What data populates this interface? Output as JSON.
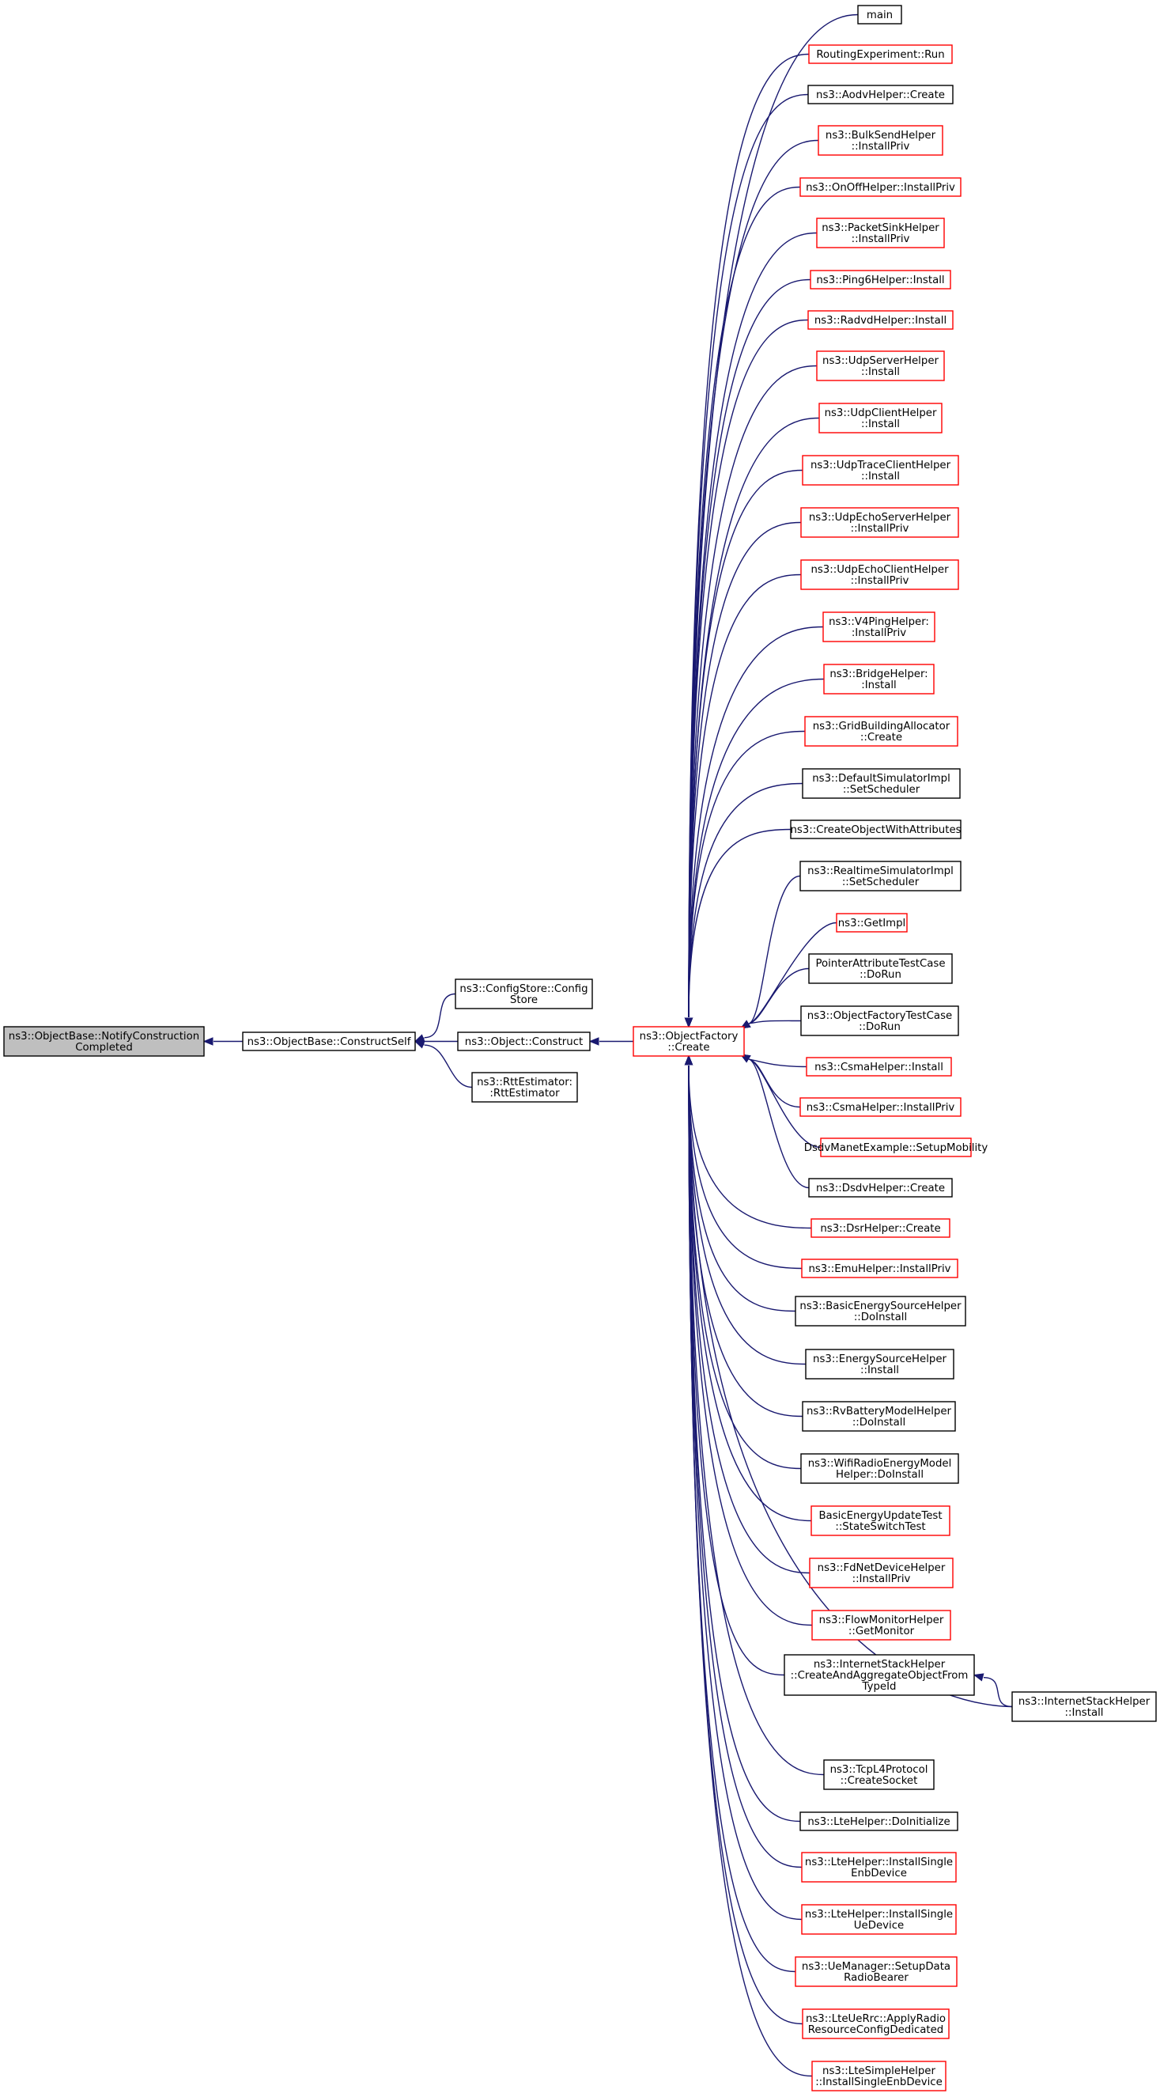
{
  "colors": {
    "edge": "#191970",
    "red_border": "#ff0000",
    "black_border": "#000000",
    "current_fill": "#bfbfbf",
    "node_fill": "#ffffff"
  },
  "nodes": [
    {
      "id": "n0",
      "lines": [
        "ns3::ObjectBase::NotifyConstruction",
        "Completed"
      ],
      "style": "current",
      "interactable": false
    },
    {
      "id": "n1",
      "lines": [
        "ns3::ObjectBase::ConstructSelf"
      ],
      "style": "black",
      "interactable": true
    },
    {
      "id": "n2",
      "lines": [
        "ns3::ConfigStore::Config",
        "Store"
      ],
      "style": "black",
      "interactable": true
    },
    {
      "id": "n3",
      "lines": [
        "ns3::Object::Construct"
      ],
      "style": "black",
      "interactable": true
    },
    {
      "id": "n4",
      "lines": [
        "ns3::RttEstimator:",
        ":RttEstimator"
      ],
      "style": "black",
      "interactable": true
    },
    {
      "id": "n5",
      "lines": [
        "ns3::ObjectFactory",
        "::Create"
      ],
      "style": "red",
      "interactable": true
    },
    {
      "id": "c0",
      "lines": [
        "main"
      ],
      "style": "black",
      "interactable": true
    },
    {
      "id": "c1",
      "lines": [
        "RoutingExperiment::Run"
      ],
      "style": "red",
      "interactable": true
    },
    {
      "id": "c2",
      "lines": [
        "ns3::AodvHelper::Create"
      ],
      "style": "black",
      "interactable": true
    },
    {
      "id": "c3",
      "lines": [
        "ns3::BulkSendHelper",
        "::InstallPriv"
      ],
      "style": "red",
      "interactable": true
    },
    {
      "id": "c4",
      "lines": [
        "ns3::OnOffHelper::InstallPriv"
      ],
      "style": "red",
      "interactable": true
    },
    {
      "id": "c5",
      "lines": [
        "ns3::PacketSinkHelper",
        "::InstallPriv"
      ],
      "style": "red",
      "interactable": true
    },
    {
      "id": "c6",
      "lines": [
        "ns3::Ping6Helper::Install"
      ],
      "style": "red",
      "interactable": true
    },
    {
      "id": "c7",
      "lines": [
        "ns3::RadvdHelper::Install"
      ],
      "style": "red",
      "interactable": true
    },
    {
      "id": "c8",
      "lines": [
        "ns3::UdpServerHelper",
        "::Install"
      ],
      "style": "red",
      "interactable": true
    },
    {
      "id": "c9",
      "lines": [
        "ns3::UdpClientHelper",
        "::Install"
      ],
      "style": "red",
      "interactable": true
    },
    {
      "id": "c10",
      "lines": [
        "ns3::UdpTraceClientHelper",
        "::Install"
      ],
      "style": "red",
      "interactable": true
    },
    {
      "id": "c11",
      "lines": [
        "ns3::UdpEchoServerHelper",
        "::InstallPriv"
      ],
      "style": "red",
      "interactable": true
    },
    {
      "id": "c12",
      "lines": [
        "ns3::UdpEchoClientHelper",
        "::InstallPriv"
      ],
      "style": "red",
      "interactable": true
    },
    {
      "id": "c13",
      "lines": [
        "ns3::V4PingHelper:",
        ":InstallPriv"
      ],
      "style": "red",
      "interactable": true
    },
    {
      "id": "c14",
      "lines": [
        "ns3::BridgeHelper:",
        ":Install"
      ],
      "style": "red",
      "interactable": true
    },
    {
      "id": "c15",
      "lines": [
        "ns3::GridBuildingAllocator",
        "::Create"
      ],
      "style": "red",
      "interactable": true
    },
    {
      "id": "c16",
      "lines": [
        "ns3::DefaultSimulatorImpl",
        "::SetScheduler"
      ],
      "style": "black",
      "interactable": true
    },
    {
      "id": "c17",
      "lines": [
        "ns3::CreateObjectWithAttributes"
      ],
      "style": "black",
      "interactable": true
    },
    {
      "id": "c18",
      "lines": [
        "ns3::RealtimeSimulatorImpl",
        "::SetScheduler"
      ],
      "style": "black",
      "interactable": true
    },
    {
      "id": "c19",
      "lines": [
        "ns3::GetImpl"
      ],
      "style": "red",
      "interactable": true
    },
    {
      "id": "c20",
      "lines": [
        "PointerAttributeTestCase",
        "::DoRun"
      ],
      "style": "black",
      "interactable": true
    },
    {
      "id": "c21",
      "lines": [
        "ns3::ObjectFactoryTestCase",
        "::DoRun"
      ],
      "style": "black",
      "interactable": true
    },
    {
      "id": "c22",
      "lines": [
        "ns3::CsmaHelper::Install"
      ],
      "style": "red",
      "interactable": true
    },
    {
      "id": "c23",
      "lines": [
        "ns3::CsmaHelper::InstallPriv"
      ],
      "style": "red",
      "interactable": true
    },
    {
      "id": "c24",
      "lines": [
        "DsdvManetExample::SetupMobility"
      ],
      "style": "red",
      "interactable": true
    },
    {
      "id": "c25",
      "lines": [
        "ns3::DsdvHelper::Create"
      ],
      "style": "black",
      "interactable": true
    },
    {
      "id": "c26",
      "lines": [
        "ns3::DsrHelper::Create"
      ],
      "style": "red",
      "interactable": true
    },
    {
      "id": "c27",
      "lines": [
        "ns3::EmuHelper::InstallPriv"
      ],
      "style": "red",
      "interactable": true
    },
    {
      "id": "c28",
      "lines": [
        "ns3::BasicEnergySourceHelper",
        "::DoInstall"
      ],
      "style": "black",
      "interactable": true
    },
    {
      "id": "c29",
      "lines": [
        "ns3::EnergySourceHelper",
        "::Install"
      ],
      "style": "black",
      "interactable": true
    },
    {
      "id": "c30",
      "lines": [
        "ns3::RvBatteryModelHelper",
        "::DoInstall"
      ],
      "style": "black",
      "interactable": true
    },
    {
      "id": "c31",
      "lines": [
        "ns3::WifiRadioEnergyModel",
        "Helper::DoInstall"
      ],
      "style": "black",
      "interactable": true
    },
    {
      "id": "c32",
      "lines": [
        "BasicEnergyUpdateTest",
        "::StateSwitchTest"
      ],
      "style": "red",
      "interactable": true
    },
    {
      "id": "c33",
      "lines": [
        "ns3::FdNetDeviceHelper",
        "::InstallPriv"
      ],
      "style": "red",
      "interactable": true
    },
    {
      "id": "c34",
      "lines": [
        "ns3::FlowMonitorHelper",
        "::GetMonitor"
      ],
      "style": "red",
      "interactable": true
    },
    {
      "id": "c35",
      "lines": [
        "ns3::InternetStackHelper",
        "::CreateAndAggregateObjectFrom",
        "TypeId"
      ],
      "style": "black",
      "interactable": true
    },
    {
      "id": "c36",
      "lines": [
        "ns3::InternetStackHelper",
        "::Install"
      ],
      "style": "black",
      "interactable": true
    },
    {
      "id": "c37",
      "lines": [
        "ns3::TcpL4Protocol",
        "::CreateSocket"
      ],
      "style": "black",
      "interactable": true
    },
    {
      "id": "c38",
      "lines": [
        "ns3::LteHelper::DoInitialize"
      ],
      "style": "black",
      "interactable": true
    },
    {
      "id": "c39",
      "lines": [
        "ns3::LteHelper::InstallSingle",
        "EnbDevice"
      ],
      "style": "red",
      "interactable": true
    },
    {
      "id": "c40",
      "lines": [
        "ns3::LteHelper::InstallSingle",
        "UeDevice"
      ],
      "style": "red",
      "interactable": true
    },
    {
      "id": "c41",
      "lines": [
        "ns3::UeManager::SetupData",
        "RadioBearer"
      ],
      "style": "red",
      "interactable": true
    },
    {
      "id": "c42",
      "lines": [
        "ns3::LteUeRrc::ApplyRadio",
        "ResourceConfigDedicated"
      ],
      "style": "red",
      "interactable": true
    },
    {
      "id": "c43",
      "lines": [
        "ns3::LteSimpleHelper",
        "::InstallSingleEnbDevice"
      ],
      "style": "red",
      "interactable": true
    }
  ],
  "edges": [
    [
      "n1",
      "n0"
    ],
    [
      "n2",
      "n1"
    ],
    [
      "n3",
      "n1"
    ],
    [
      "n4",
      "n1"
    ],
    [
      "n5",
      "n3"
    ],
    [
      "c0",
      "n5"
    ],
    [
      "c1",
      "n5"
    ],
    [
      "c2",
      "n5"
    ],
    [
      "c3",
      "n5"
    ],
    [
      "c4",
      "n5"
    ],
    [
      "c5",
      "n5"
    ],
    [
      "c6",
      "n5"
    ],
    [
      "c7",
      "n5"
    ],
    [
      "c8",
      "n5"
    ],
    [
      "c9",
      "n5"
    ],
    [
      "c10",
      "n5"
    ],
    [
      "c11",
      "n5"
    ],
    [
      "c12",
      "n5"
    ],
    [
      "c13",
      "n5"
    ],
    [
      "c14",
      "n5"
    ],
    [
      "c15",
      "n5"
    ],
    [
      "c16",
      "n5"
    ],
    [
      "c17",
      "n5"
    ],
    [
      "c18",
      "n5"
    ],
    [
      "c19",
      "n5"
    ],
    [
      "c20",
      "n5"
    ],
    [
      "c21",
      "n5"
    ],
    [
      "c22",
      "n5"
    ],
    [
      "c23",
      "n5"
    ],
    [
      "c24",
      "n5"
    ],
    [
      "c25",
      "n5"
    ],
    [
      "c26",
      "n5"
    ],
    [
      "c27",
      "n5"
    ],
    [
      "c28",
      "n5"
    ],
    [
      "c29",
      "n5"
    ],
    [
      "c30",
      "n5"
    ],
    [
      "c31",
      "n5"
    ],
    [
      "c32",
      "n5"
    ],
    [
      "c33",
      "n5"
    ],
    [
      "c34",
      "n5"
    ],
    [
      "c35",
      "n5"
    ],
    [
      "c36",
      "n5"
    ],
    [
      "c36",
      "c35"
    ],
    [
      "c37",
      "n5"
    ],
    [
      "c38",
      "n5"
    ],
    [
      "c39",
      "n5"
    ],
    [
      "c40",
      "n5"
    ],
    [
      "c41",
      "n5"
    ],
    [
      "c42",
      "n5"
    ],
    [
      "c43",
      "n5"
    ]
  ]
}
